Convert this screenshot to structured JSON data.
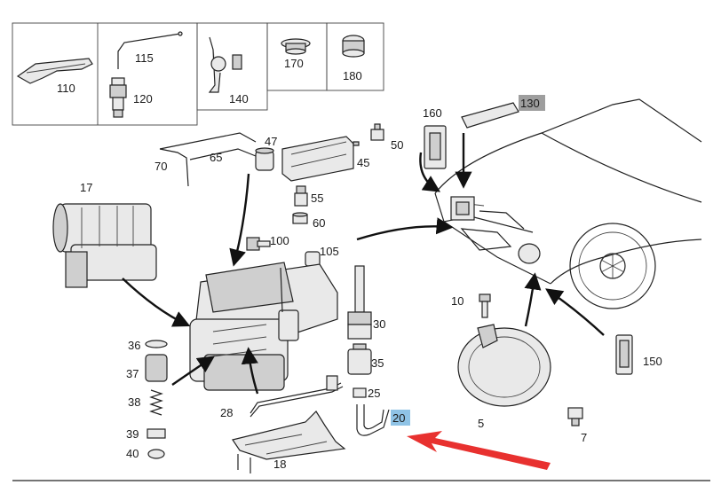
{
  "labels": {
    "p110": "110",
    "p115": "115",
    "p120": "120",
    "p140": "140",
    "p170": "170",
    "p180": "180",
    "p160": "160",
    "p130": "130",
    "p47": "47",
    "p70": "70",
    "p65": "65",
    "p45": "45",
    "p50": "50",
    "p17": "17",
    "p55": "55",
    "p60": "60",
    "p100": "100",
    "p105": "105",
    "p10": "10",
    "p150": "150",
    "p30": "30",
    "p36": "36",
    "p37": "37",
    "p35": "35",
    "p25": "25",
    "p38": "38",
    "p28": "28",
    "p20": "20",
    "p5": "5",
    "p39": "39",
    "p7": "7",
    "p40": "40",
    "p18": "18"
  },
  "highlights": {
    "p130": "#9e9e9e",
    "p20": "#8fc3e6"
  },
  "arrow_color": "#e8312f"
}
